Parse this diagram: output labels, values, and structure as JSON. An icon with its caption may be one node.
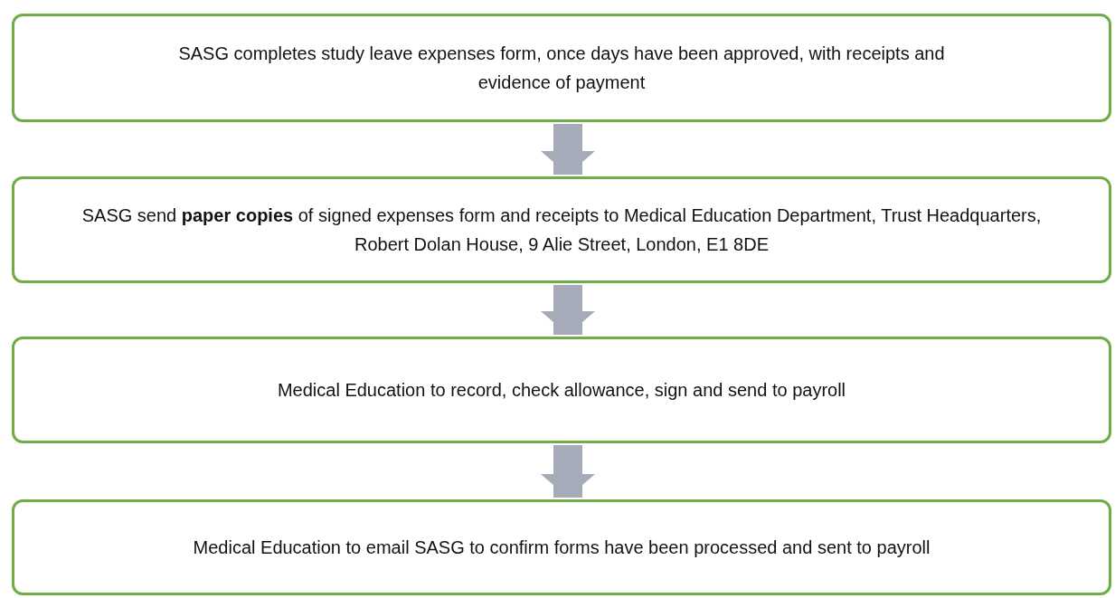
{
  "diagram": {
    "nodes": [
      {
        "text": [
          "SASG completes study leave expenses form, once days have been approved, with receipts and evidence of payment"
        ]
      },
      {
        "text": [
          "SASG send **paper copies** of signed expenses form and receipts to Medical Education Department, Trust Headquarters, Robert Dolan House, 9 Alie Street, London, E1 8DE"
        ]
      },
      {
        "text": [
          "Medical Education to record, check allowance, sign and send to payroll"
        ]
      },
      {
        "text": [
          "Medical Education to email SASG to confirm forms have been processed and sent to payroll"
        ]
      }
    ],
    "edges": [
      {
        "from": 0,
        "to": 1,
        "arrow": "to"
      },
      {
        "from": 1,
        "to": 2,
        "arrow": "to"
      },
      {
        "from": 2,
        "to": 3,
        "arrow": "to"
      }
    ]
  }
}
